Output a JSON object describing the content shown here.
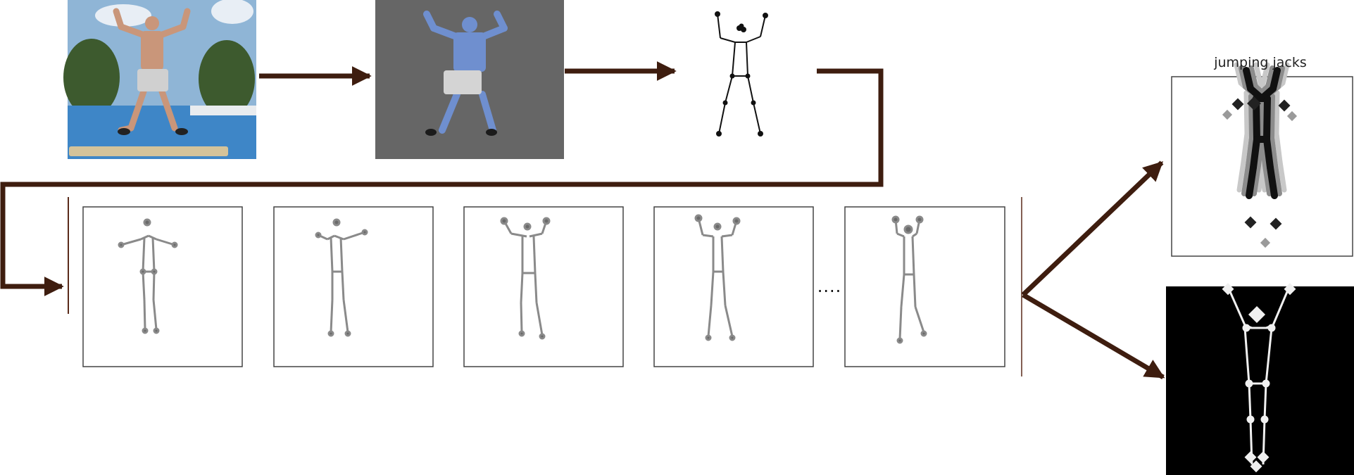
{
  "diagram": {
    "title": "jumping jacks",
    "ellipsis": "....",
    "colors": {
      "arrow": "#3e1d0f",
      "sky": "#8fb5d6",
      "trees": "#3d5a2e",
      "court": "#3e86c7",
      "render_bg": "#666666",
      "body_blue": "#6f8fcf",
      "frame_skeleton": "#8a8a8a",
      "heatmap_bg": "#000000",
      "heatmap_skeleton": "#f0f0f0"
    },
    "stages": [
      {
        "name": "input-photo",
        "icon": "person-photo"
      },
      {
        "name": "body-mesh-render",
        "icon": "3d-body-mesh"
      },
      {
        "name": "pose-skeleton",
        "icon": "stick-figure"
      },
      {
        "name": "skeleton-frame-sequence",
        "frames": 5
      },
      {
        "name": "motion-accumulation-image"
      },
      {
        "name": "skeleton-heatmap-image"
      }
    ]
  }
}
